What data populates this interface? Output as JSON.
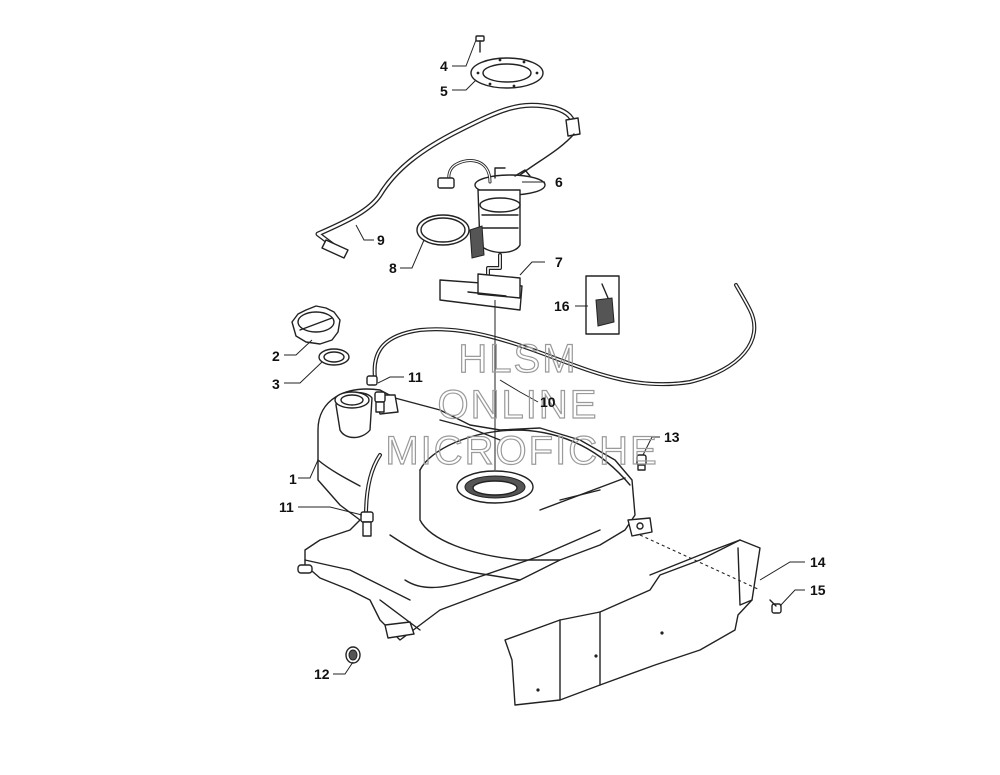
{
  "watermark": {
    "line1": "HLSM",
    "line2": "ONLINE",
    "line3": "MICROFICHE"
  },
  "callouts": [
    {
      "id": "c1",
      "label": "1"
    },
    {
      "id": "c2",
      "label": "2"
    },
    {
      "id": "c3",
      "label": "3"
    },
    {
      "id": "c4",
      "label": "4"
    },
    {
      "id": "c5",
      "label": "5"
    },
    {
      "id": "c6",
      "label": "6"
    },
    {
      "id": "c7",
      "label": "7"
    },
    {
      "id": "c8",
      "label": "8"
    },
    {
      "id": "c9",
      "label": "9"
    },
    {
      "id": "c10",
      "label": "10"
    },
    {
      "id": "c11a",
      "label": "11"
    },
    {
      "id": "c11b",
      "label": "11"
    },
    {
      "id": "c12",
      "label": "12"
    },
    {
      "id": "c13",
      "label": "13"
    },
    {
      "id": "c14",
      "label": "14"
    },
    {
      "id": "c15",
      "label": "15"
    },
    {
      "id": "c16",
      "label": "16"
    }
  ]
}
